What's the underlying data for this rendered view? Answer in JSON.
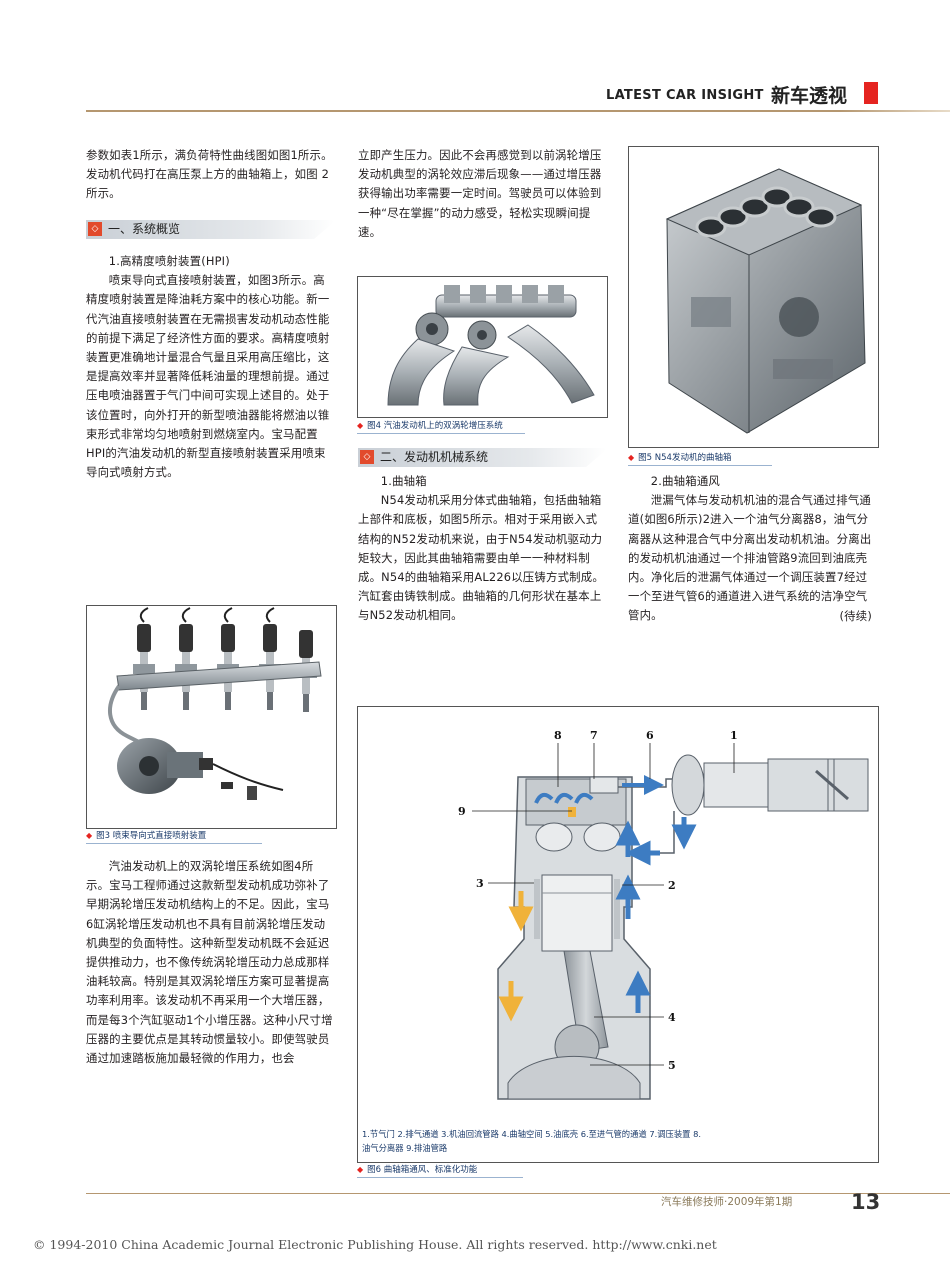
{
  "header": {
    "en_title": "LATEST CAR INSIGHT",
    "cn_title": "新车透视"
  },
  "col1": {
    "p0": "参数如表1所示，满负荷特性曲线图如图1所示。发动机代码打在高压泵上方的曲轴箱上，如图 2 所示。",
    "sec1": "一、系统概览",
    "sub1": "1.高精度喷射装置(HPI)",
    "p1": "喷束导向式直接喷射装置，如图3所示。高精度喷射装置是降油耗方案中的核心功能。新一代汽油直接喷射装置在无需损害发动机动态性能的前提下满足了经济性方面的要求。高精度喷射装置更准确地计量混合气量且采用高压缩比，这是提高效率并显著降低耗油量的理想前提。通过压电喷油器置于气门中间可实现上述目的。处于该位置时，向外打开的新型喷油器能将燃油以锥束形式非常均匀地喷射到燃烧室内。宝马配置HPI的汽油发动机的新型直接喷射装置采用喷束导向式喷射方式。",
    "fig3_caption": "图3 喷束导向式直接喷射装置",
    "p2": "汽油发动机上的双涡轮增压系统如图4所示。宝马工程师通过这款新型发动机成功弥补了早期涡轮增压发动机结构上的不足。因此，宝马6缸涡轮增压发动机也不具有目前涡轮增压发动机典型的负面特性。这种新型发动机既不会延迟提供推动力，也不像传统涡轮增压动力总成那样油耗较高。特别是其双涡轮增压方案可显著提高功率利用率。该发动机不再采用一个大增压器，而是每3个汽缸驱动1个小增压器。这种小尺寸增压器的主要优点是其转动惯量较小。即使驾驶员通过加速踏板施加最轻微的作用力，也会"
  },
  "col2": {
    "p0": "立即产生压力。因此不会再感觉到以前涡轮增压发动机典型的涡轮效应滞后现象——通过增压器获得输出功率需要一定时间。驾驶员可以体验到一种“尽在掌握”的动力感受，轻松实现瞬间提速。",
    "fig4_caption": "图4 汽油发动机上的双涡轮增压系统",
    "sec2": "二、发动机机械系统",
    "sub2": "1.曲轴箱",
    "p1": "N54发动机采用分体式曲轴箱，包括曲轴箱上部件和底板，如图5所示。相对于采用嵌入式结构的N52发动机来说，由于N54发动机驱动力矩较大，因此其曲轴箱需要由单一一种材料制成。N54的曲轴箱采用AL226以压铸方式制成。汽缸套由铸铁制成。曲轴箱的几何形状在基本上与N52发动机相同。"
  },
  "col3": {
    "fig5_caption": "图5 N54发动机的曲轴箱",
    "sub3": "2.曲轴箱通风",
    "p1": "泄漏气体与发动机机油的混合气通过排气通道(如图6所示)2进入一个油气分离器8，油气分离器从这种混合气中分离出发动机机油。分离出的发动机机油通过一个排油管路9流回到油底壳内。净化后的泄漏气体通过一个调压装置7经过一个至进气管6的通道进入进气系统的洁净空气管内。",
    "tbc": "(待续)"
  },
  "fig6": {
    "labels": [
      "8",
      "7",
      "6",
      "1",
      "9",
      "3",
      "2",
      "4",
      "5"
    ],
    "legend_line1": "1.节气门  2.排气通道  3.机油回流管路  4.曲轴空间  5.油底壳  6.至进气管的通道  7.调压装置  8.",
    "legend_line2": "油气分离器  9.排油管路",
    "caption": "图6 曲轴箱通风、标准化功能"
  },
  "footer": {
    "journal": "汽车维修技师·2009年第1期",
    "page": "13"
  },
  "copyright": "© 1994-2010 China Academic Journal Electronic Publishing House. All rights reserved.    http://www.cnki.net"
}
